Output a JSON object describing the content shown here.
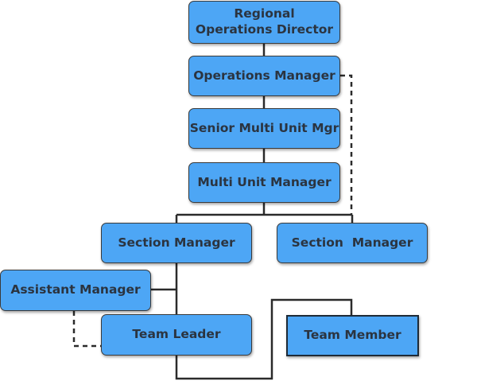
{
  "nodes": {
    "regional_operations_director": "Regional\nOperations Director",
    "operations_manager": "Operations Manager",
    "senior_multi_unit_mgr": "Senior Multi Unit Mgr",
    "multi_unit_manager": "Multi Unit Manager",
    "section_manager_left": "Section Manager",
    "section_manager_right": "Section  Manager",
    "assistant_manager": "Assistant Manager",
    "team_leader": "Team Leader",
    "team_member": "Team Member"
  },
  "colors": {
    "node_fill": "#4da6f5",
    "node_text": "#2b3440",
    "line": "#2b2b2b"
  }
}
